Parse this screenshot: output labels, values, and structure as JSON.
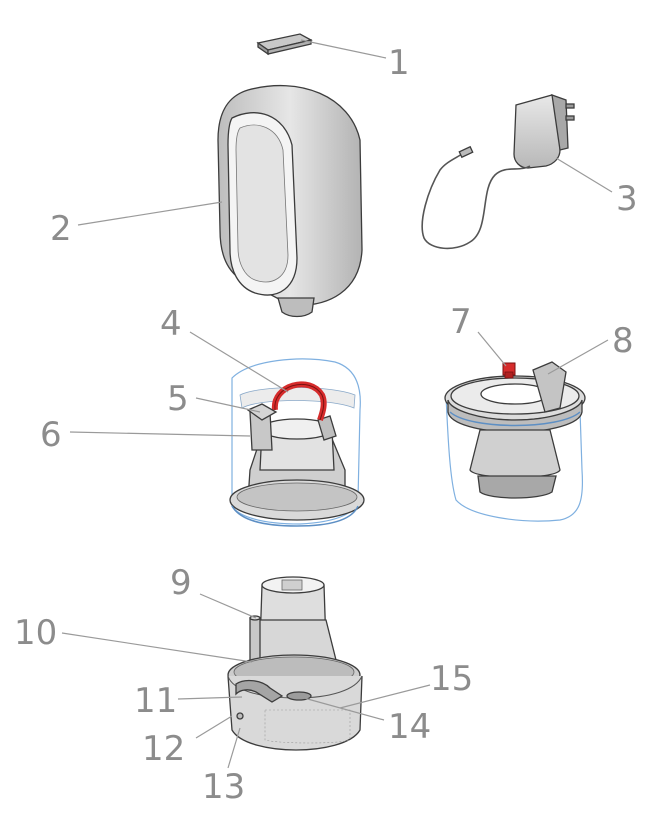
{
  "diagram": {
    "callouts": [
      {
        "id": "1",
        "label": "1"
      },
      {
        "id": "2",
        "label": "2"
      },
      {
        "id": "3",
        "label": "3"
      },
      {
        "id": "4",
        "label": "4"
      },
      {
        "id": "5",
        "label": "5"
      },
      {
        "id": "6",
        "label": "6"
      },
      {
        "id": "7",
        "label": "7"
      },
      {
        "id": "8",
        "label": "8"
      },
      {
        "id": "9",
        "label": "9"
      },
      {
        "id": "10",
        "label": "10"
      },
      {
        "id": "11",
        "label": "11"
      },
      {
        "id": "12",
        "label": "12"
      },
      {
        "id": "13",
        "label": "13"
      },
      {
        "id": "14",
        "label": "14"
      },
      {
        "id": "15",
        "label": "15"
      }
    ],
    "colors": {
      "part_fill": "#d4d4d4",
      "part_dark": "#a9a9a9",
      "outline": "#3c3c3c",
      "transparent_housing": "#7fb0e0",
      "highlight_red": "#d62c2c",
      "callout_text": "#8c8c8c"
    }
  }
}
